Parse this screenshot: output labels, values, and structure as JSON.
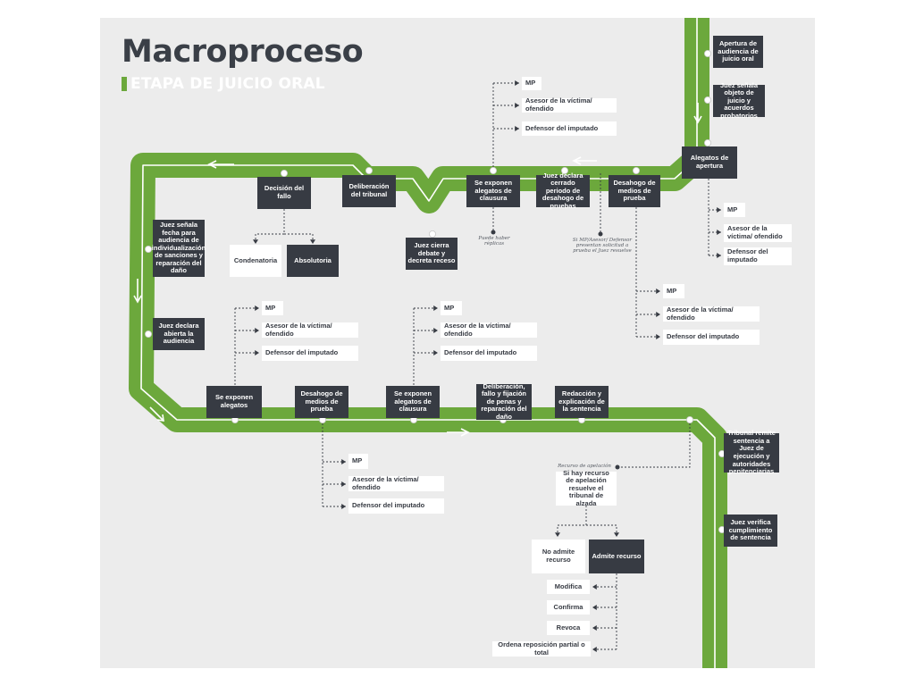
{
  "colors": {
    "route": "#6ca83c",
    "box": "#373b43",
    "canvas": "#ececec",
    "line": "#373b43",
    "accent": "#6ca83c"
  },
  "header": {
    "title": "Macroproceso",
    "subtitle": "ETAPA DE JUICIO ORAL"
  },
  "participants": {
    "mp": "MP",
    "asesor": "Asesor de la víctima/ ofendido",
    "defensor": "Defensor del imputado"
  },
  "steps": {
    "apertura": "Apertura de audiencia de juicio oral",
    "juez_senala": "Juez señala objeto de juicio y acuerdos probatorios",
    "alegatos_apertura": "Alegatos de apertura",
    "desahogo_1": "Desahogo de medios de prueba",
    "juez_declara_cerrado": "Juez declara cerrado periodo de desahogo de pruebas",
    "alegatos_clausura_1": "Se exponen alegatos de clausura",
    "juez_cierra": "Juez cierra debate y decreta receso",
    "deliberacion": "Deliberación del tribunal",
    "decision": "Decisión del fallo",
    "condenatoria": "Condenatoria",
    "absolutoria": "Absolutoria",
    "juez_fecha": "Juez señala fecha para audiencia de individualización de sanciones y reparación del daño",
    "juez_abierta": "Juez declara abierta la audiencia",
    "alegatos": "Se exponen alegatos",
    "desahogo_2": "Desahogo de medios de prueba",
    "alegatos_clausura_2": "Se exponen alegatos de clausura",
    "deliberacion_fallo": "Deliberación, fallo y fijación de penas y reparación del daño",
    "redaccion": "Redacción y explicación de la sentencia",
    "tribunal_remite": "Tribunal remite sentencia a Juez de ejecución y autoridades penitenciarias",
    "juez_verifica": "Juez verifica cumplimiento de sentencia"
  },
  "notes": {
    "puede_haber": "Puede haber réplicas",
    "si_mp": "Si MP/Asesor/ Defensor presentan solicitud a prueba el Juez resuelve",
    "recurso": "Recurso de apelación"
  },
  "appeal": {
    "question": "Si hay recurso de apelación resuelve el tribunal de alzada",
    "no_admite": "No admite recurso",
    "admite": "Admite recurso",
    "outcomes": [
      "Modifica",
      "Confirma",
      "Revoca",
      "Ordena reposición partial o total"
    ]
  }
}
